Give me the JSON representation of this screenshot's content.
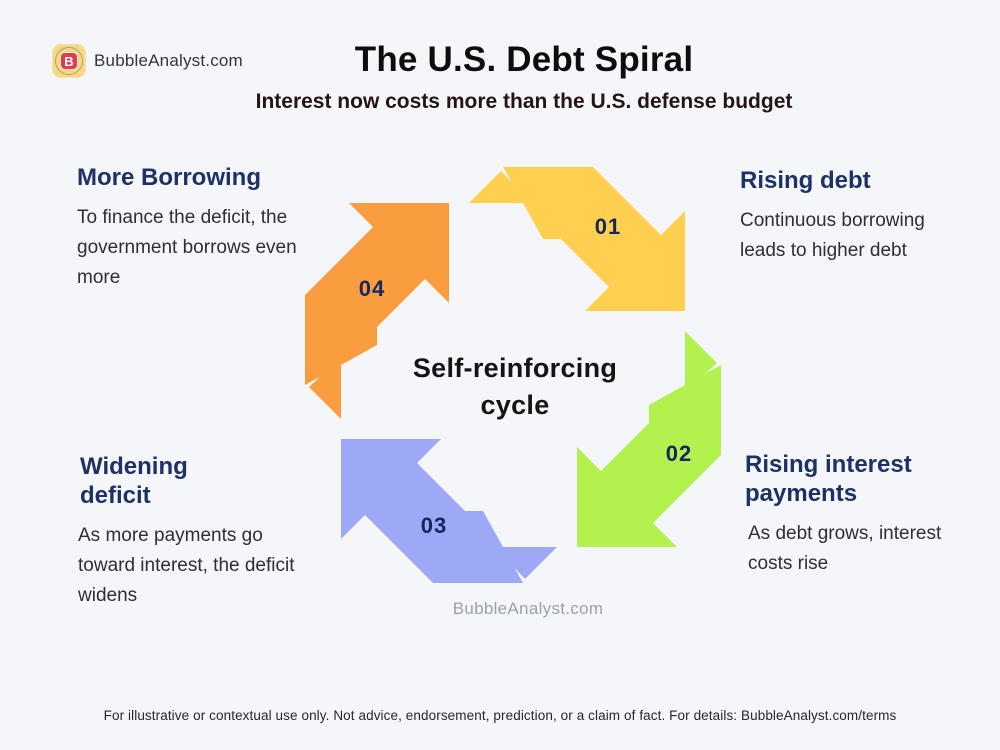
{
  "page": {
    "background": "#f5f6fa"
  },
  "header": {
    "brand": {
      "name": "BubbleAnalyst.com",
      "logo_letter": "B",
      "logo_bg": "#fbd878",
      "logo_badge": "#e23b4e"
    },
    "title": "The U.S. Debt Spiral",
    "subtitle": "Interest now costs more than the U.S. defense budget"
  },
  "cycle": {
    "center_label_line1": "Self-reinforcing",
    "center_label_line2": "cycle",
    "watermark": "BubbleAnalyst.com",
    "number_color": "#16265e",
    "heading_color": "#1d3166",
    "steps": [
      {
        "number": "01",
        "title": "Rising debt",
        "description": "Continuous borrowing leads to higher debt",
        "color": "#FFD04F"
      },
      {
        "number": "02",
        "title": "Rising interest payments",
        "description": "As debt grows, interest costs rise",
        "color": "#B2F14E"
      },
      {
        "number": "03",
        "title": "Widening deficit",
        "description": "As more payments go toward interest, the deficit widens",
        "color": "#9DA9F6"
      },
      {
        "number": "04",
        "title": "More Borrowing",
        "description": "To finance the deficit, the government borrows even more",
        "color": "#F99D3F"
      }
    ]
  },
  "footer": {
    "disclaimer": "For illustrative or contextual use only. Not advice, endorsement, prediction, or a claim of fact. For details: BubbleAnalyst.com/terms"
  }
}
